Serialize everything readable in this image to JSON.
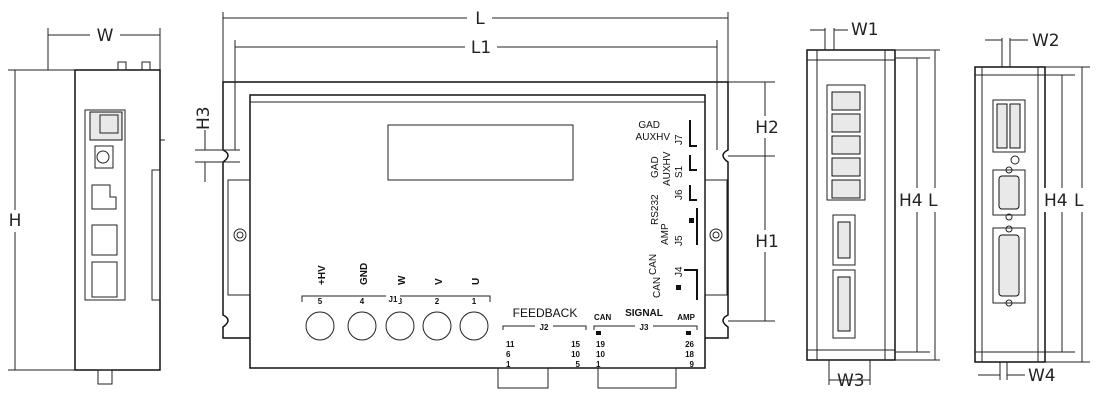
{
  "dimensions": {
    "w": "W",
    "h": "H",
    "l": "L",
    "l1": "L1",
    "h1": "H1",
    "h2": "H2",
    "h3": "H3",
    "h4": "H4",
    "w1": "W1",
    "w2": "W2",
    "w3": "W3",
    "w4": "W4"
  },
  "labels": {
    "feedback": "FEEDBACK",
    "signal": "SIGNAL",
    "j1": "J1",
    "j2": "J2",
    "j3": "J3",
    "j4": "J4",
    "j5": "J5",
    "j6": "J6",
    "j7": "J7",
    "s1": "S1",
    "can": "CAN",
    "amp": "AMP",
    "rs232": "RS232",
    "gad": "GAD",
    "auxhv": "AUXHV",
    "terminals": [
      "+HV",
      "GND",
      "W",
      "V",
      "U"
    ],
    "terminal_numbers": [
      "5",
      "4",
      "3",
      "2",
      "1"
    ],
    "j2_left_pins": [
      "11",
      "6",
      "1"
    ],
    "j2_right_pins": [
      "15",
      "10",
      "5"
    ],
    "j3_left_pins": [
      "19",
      "10",
      "1"
    ],
    "j3_right_pins": [
      "26",
      "18",
      "9"
    ]
  }
}
